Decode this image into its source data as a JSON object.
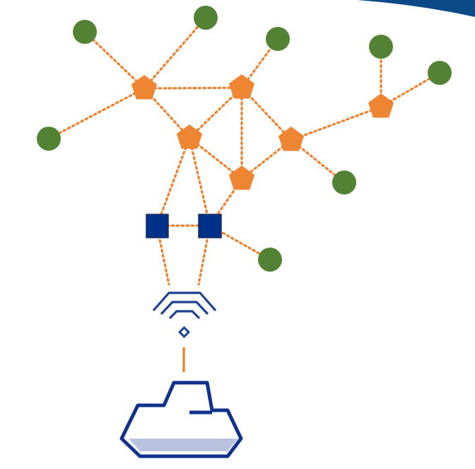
{
  "colors": {
    "edge": "#ee7f2d",
    "hub": "#ee8533",
    "leaf": "#548235",
    "gateway": "#003087",
    "gateway_stroke": "#1c2d5a",
    "wireless": "#1f3f92",
    "cloud_stroke": "#10318c",
    "cloud_fill": "#ffffff",
    "cloud_shade": "#b9c3df",
    "banner": "#0b4a86"
  },
  "node_types": {
    "hub": "orange-pentagon",
    "leaf": "green-circle",
    "gateway": "blue-square",
    "wireless": "wifi-icon",
    "cloud": "cloud-icon"
  }
}
